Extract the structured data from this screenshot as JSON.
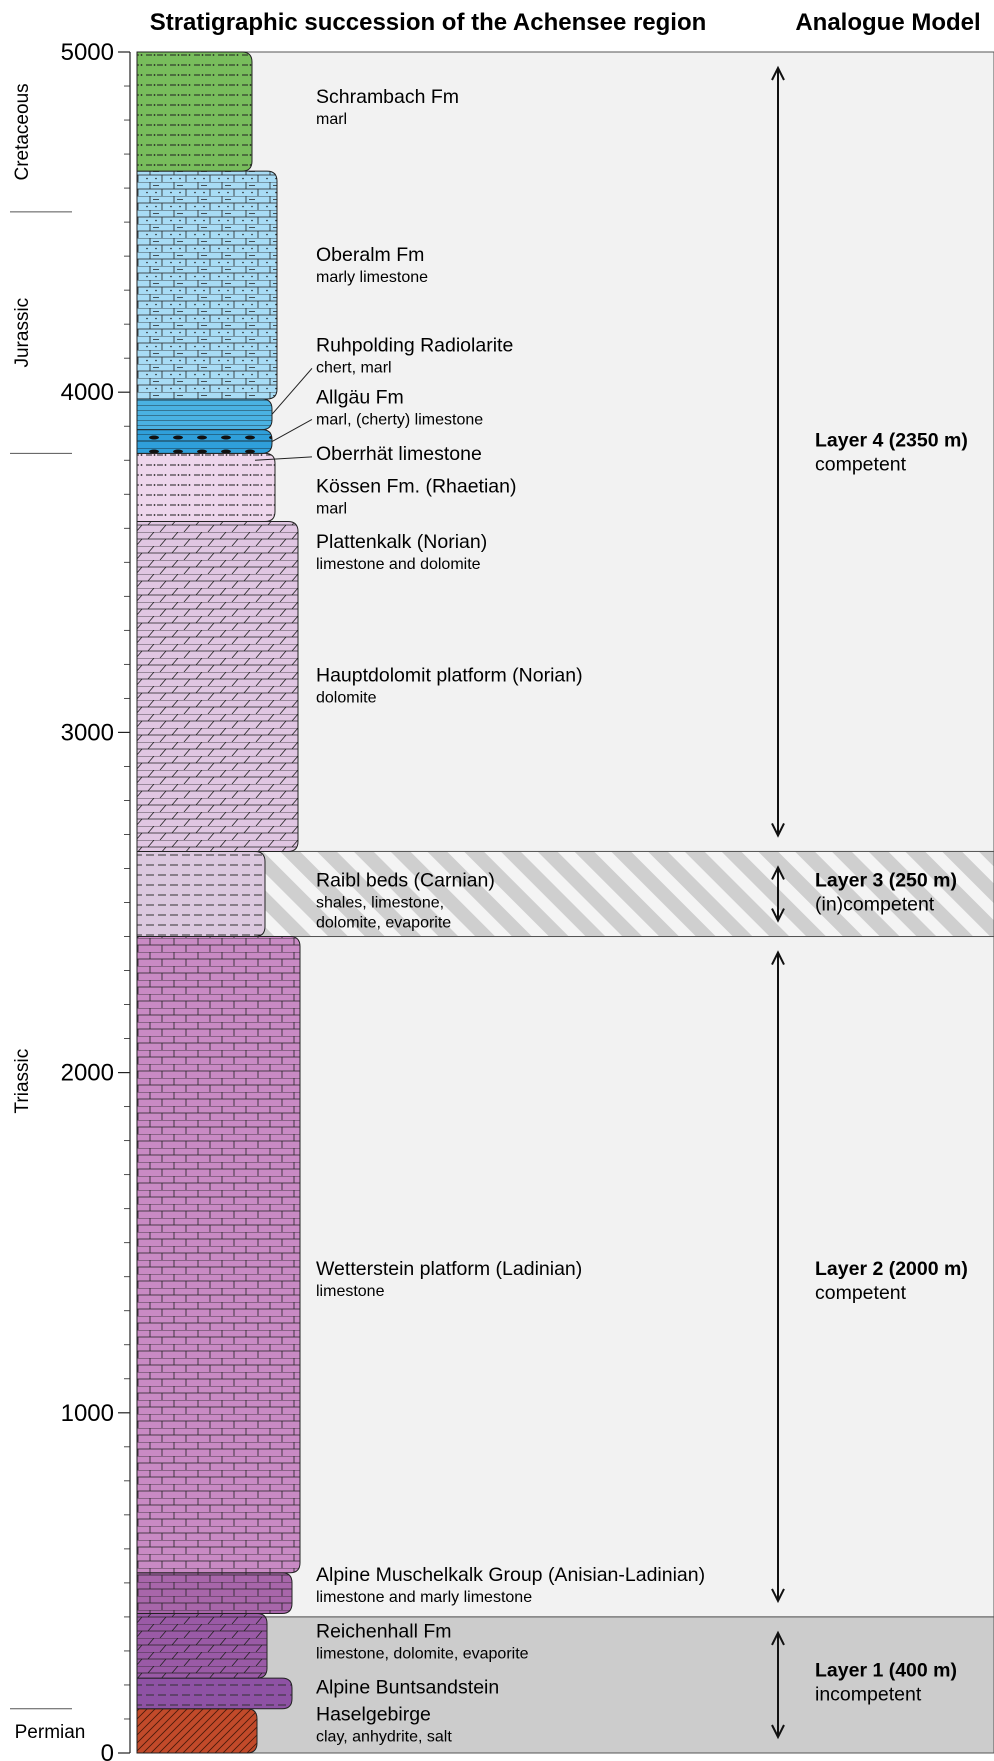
{
  "header": {
    "left_title": "Stratigraphic succession of the Achensee region",
    "right_title": "Analogue Model"
  },
  "axis": {
    "range": [
      0,
      5000
    ],
    "unit": "m",
    "major_ticks": [
      0,
      1000,
      2000,
      3000,
      4000,
      5000
    ],
    "minor_tick_step": 100
  },
  "periods": [
    {
      "name": "Cretaceous",
      "range": [
        4530,
        5000
      ]
    },
    {
      "name": "Jurassic",
      "range": [
        3820,
        4530
      ]
    },
    {
      "name": "Triassic",
      "range": [
        130,
        3820
      ]
    },
    {
      "name": "Permian",
      "range": [
        0,
        130
      ]
    }
  ],
  "units": [
    {
      "id": "haselgebirge",
      "range": [
        0,
        130
      ],
      "fill": "#c24a2a",
      "pattern": "crosshatch"
    },
    {
      "id": "buntsandstein",
      "range": [
        130,
        220
      ],
      "fill": "#8e52a4",
      "pattern": "dashes"
    },
    {
      "id": "reichenhall",
      "range": [
        220,
        410
      ],
      "fill": "#9a5aa6",
      "pattern": "dolomite"
    },
    {
      "id": "muschelkalk",
      "range": [
        410,
        530
      ],
      "fill": "#a866aa",
      "pattern": "brick"
    },
    {
      "id": "wetterstein",
      "range": [
        530,
        2400
      ],
      "fill": "#c98ac4",
      "pattern": "brick"
    },
    {
      "id": "raibl",
      "range": [
        2400,
        2650
      ],
      "fill": "#dcc8df",
      "pattern": "dashes"
    },
    {
      "id": "hauptdolomit",
      "range": [
        2650,
        3620
      ],
      "fill": "#e0c6e2",
      "pattern": "dolomite"
    },
    {
      "id": "koessen",
      "range": [
        3620,
        3820
      ],
      "fill": "#eed6ec",
      "pattern": "marl"
    },
    {
      "id": "allgaeu",
      "range": [
        3820,
        3890
      ],
      "fill": "#2f9fda",
      "pattern": "chert"
    },
    {
      "id": "ruhpolding",
      "range": [
        3890,
        3980
      ],
      "fill": "#4ab2e2",
      "pattern": "lines"
    },
    {
      "id": "oberalm",
      "range": [
        3980,
        4650
      ],
      "fill": "#a8dcf5",
      "pattern": "marly-limestone"
    },
    {
      "id": "schrambach",
      "range": [
        4650,
        5000
      ],
      "fill": "#78bd5c",
      "pattern": "marl"
    }
  ],
  "formations": [
    {
      "name": "Schrambach Fm",
      "lith": "marl",
      "at": 4850
    },
    {
      "name": "Oberalm Fm",
      "lith": "marly limestone",
      "at": 4385
    },
    {
      "name": "Ruhpolding Radiolarite",
      "lith": "chert, marl",
      "at": 4120
    },
    {
      "name": "Allgäu Fm",
      "lith": "marl, (cherty) limestone",
      "at": 3967
    },
    {
      "name": "Oberrhät limestone",
      "lith": "",
      "at": 3800
    },
    {
      "name": "Kössen Fm. (Rhaetian)",
      "lith": "marl",
      "at": 3705
    },
    {
      "name": "Plattenkalk (Norian)",
      "lith": "limestone and dolomite",
      "at": 3542
    },
    {
      "name": "Hauptdolomit platform (Norian)",
      "lith": "dolomite",
      "at": 3150
    },
    {
      "name": "Raibl beds (Carnian)",
      "lith": "shales, limestone,",
      "lith2": "dolomite, evaporite",
      "at": 2547
    },
    {
      "name": "Wetterstein platform (Ladinian)",
      "lith": "limestone",
      "at": 1405
    },
    {
      "name": "Alpine Muschelkalk Group (Anisian-Ladinian)",
      "lith": "limestone and marly limestone",
      "at": 505
    },
    {
      "name": "Reichenhall Fm",
      "lith": "limestone, dolomite, evaporite",
      "at": 340
    },
    {
      "name": "Alpine Buntsandstein",
      "lith": "",
      "at": 175
    },
    {
      "name": "Haselgebirge",
      "lith": "clay, anhydrite, salt",
      "at": 95
    }
  ],
  "model_layers": [
    {
      "name": "Layer 4 (2350 m)",
      "property": "competent",
      "range": [
        2650,
        5000
      ],
      "background": "#f2f2f2",
      "pattern": "none",
      "label_at": 3840
    },
    {
      "name": "Layer 3 (250 m)",
      "property": "(in)competent",
      "range": [
        2400,
        2650
      ],
      "background": "#d4d4d4",
      "pattern": "diagonal-stripes",
      "label_at": 2547
    },
    {
      "name": "Layer 2 (2000 m)",
      "property": "competent",
      "range": [
        400,
        2400
      ],
      "background": "#f2f2f2",
      "pattern": "none",
      "label_at": 1405
    },
    {
      "name": "Layer 1 (400 m)",
      "property": "incompetent",
      "range": [
        0,
        400
      ],
      "background": "#cccccc",
      "pattern": "none",
      "label_at": 225
    }
  ]
}
